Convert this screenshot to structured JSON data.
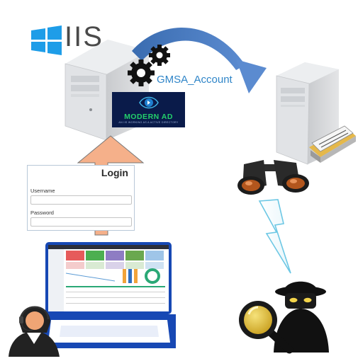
{
  "iis_logo": {
    "text": "IIS",
    "icon": "windows-logo-icon",
    "accent": "#1e9de8"
  },
  "flow": {
    "account_label": "GMSA_Account",
    "arrow_color": "#4a7cc0",
    "login_arrow_color": "#f5b08a"
  },
  "modern_ad": {
    "title": "MODERN AD",
    "subtitle": "AN IIS WORKING AS A ACTIVE DIRECTORY",
    "bg": "#0a1b4a",
    "accent": "#23d06b"
  },
  "login": {
    "title": "Login",
    "username_label": "Username",
    "password_label": "Password",
    "username_value": "",
    "password_value": ""
  },
  "icons": [
    "server-icon",
    "gears-icon",
    "binoculars-icon",
    "lightning-bolt-icon",
    "spy-icon",
    "magnifier-icon",
    "laptop-icon",
    "support-agent-icon",
    "file-tray-icon"
  ]
}
